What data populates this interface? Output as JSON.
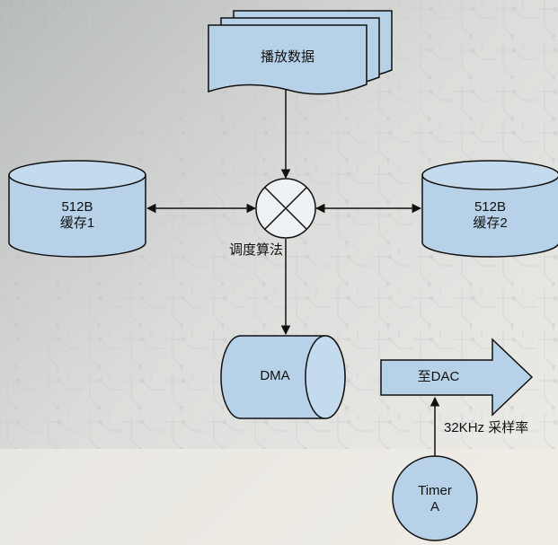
{
  "diagram": {
    "playback_data": {
      "label": "播放数据"
    },
    "buffer1": {
      "size": "512B",
      "name": "缓存1"
    },
    "buffer2": {
      "size": "512B",
      "name": "缓存2"
    },
    "mixer_label": "调度算法",
    "dma": {
      "label": "DMA"
    },
    "output_arrow": {
      "label": "至DAC"
    },
    "sample_rate": "32KHz 采样率",
    "timer": {
      "line1": "Timer",
      "line2": "A"
    }
  },
  "colors": {
    "shape_fill": "#b7d2e8",
    "shape_stroke": "#111111",
    "line": "#111111",
    "background": "#dcdcd8"
  }
}
